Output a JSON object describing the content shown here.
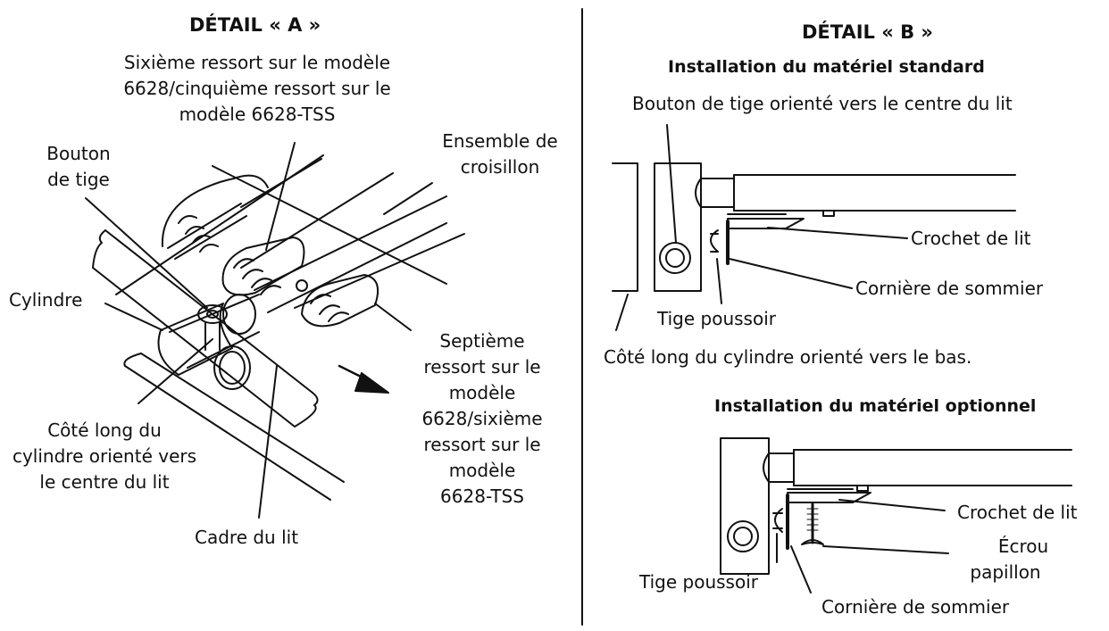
{
  "detail_a": {
    "title": "DÉTAIL « A »",
    "labels": {
      "sixth_spring_1": "Sixième ressort sur le modèle",
      "sixth_spring_2": "6628/cinquième ressort sur le",
      "sixth_spring_3": "modèle 6628-TSS",
      "crosspiece_1": "Ensemble de",
      "crosspiece_2": "croisillon",
      "rod_button_1": "Bouton",
      "rod_button_2": "de tige",
      "cylinder": "Cylindre",
      "seventh_spring_1": "Septième",
      "seventh_spring_2": "ressort sur le",
      "seventh_spring_3": "modèle",
      "seventh_spring_4": "6628/sixième",
      "seventh_spring_5": "ressort sur le",
      "seventh_spring_6": "modèle",
      "seventh_spring_7": "6628-TSS",
      "long_side_1": "Côté long du",
      "long_side_2": "cylindre orienté vers",
      "long_side_3": "le centre du lit",
      "bed_frame": "Cadre du lit"
    }
  },
  "detail_b": {
    "title": "DÉTAIL « B »",
    "standard": {
      "heading": "Installation du matériel standard",
      "rod_button": "Bouton de tige orienté vers le centre du lit",
      "bed_hook": "Crochet de lit",
      "spring_angle": "Cornière de sommier",
      "push_rod": "Tige poussoir",
      "long_side": "Côté long du cylindre orienté vers le bas."
    },
    "optional": {
      "heading": "Installation du matériel optionnel",
      "bed_hook": "Crochet de lit",
      "wing_nut_1": "Écrou",
      "wing_nut_2": "papillon",
      "push_rod": "Tige poussoir",
      "spring_angle": "Cornière de sommier"
    }
  }
}
